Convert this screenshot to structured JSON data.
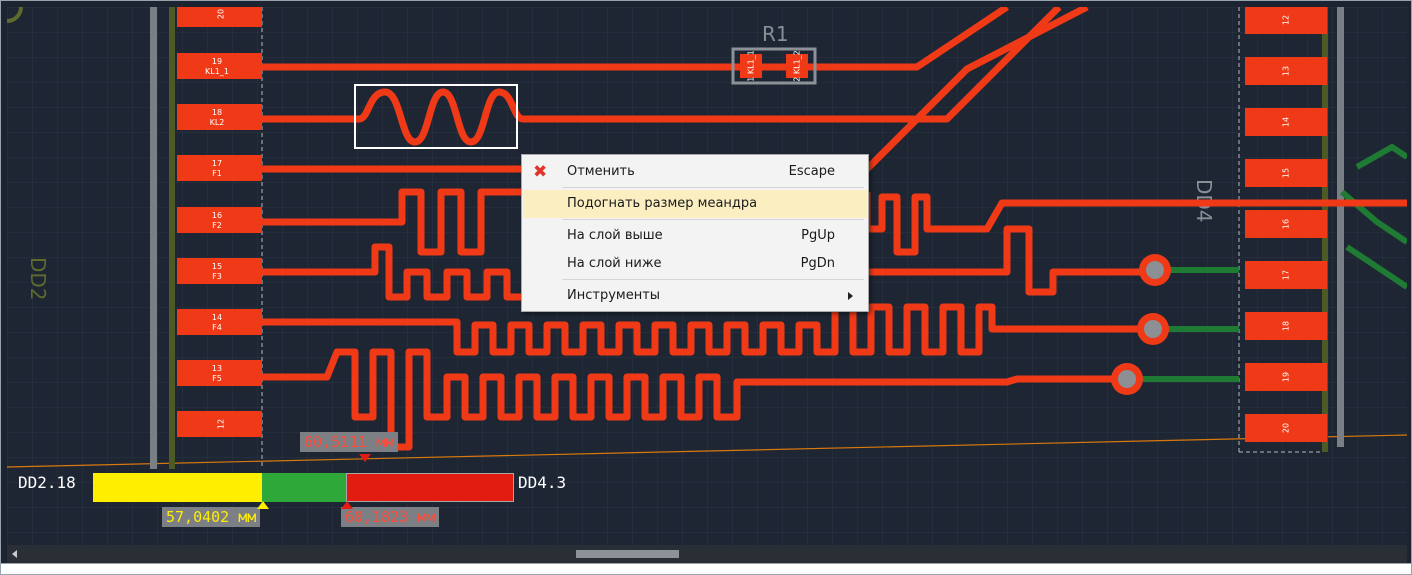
{
  "context_menu": {
    "items": [
      {
        "label": "Отменить",
        "shortcut": "Escape",
        "icon": "cancel-icon"
      },
      {
        "label": "Подогнать размер меандра",
        "shortcut": ""
      },
      {
        "label": "На слой выше",
        "shortcut": "PgUp"
      },
      {
        "label": "На слой ниже",
        "shortcut": "PgDn"
      },
      {
        "label": "Инструменты",
        "shortcut": "",
        "submenu": true
      }
    ]
  },
  "length_meter": {
    "start_net": "DD2.18",
    "end_net": "DD4.3",
    "current_length": "57,0402 мм",
    "target_length": "60,5111 мм",
    "max_length": "60,1823 мм",
    "colors": {
      "below": "#ffee00",
      "ok": "#2fa83a",
      "over": "#e31c12"
    }
  },
  "board": {
    "components": [
      {
        "refdes": "R1",
        "pads": [
          "1\nKL1_1",
          "2\nKL1_2"
        ]
      },
      {
        "refdes": "DD2"
      },
      {
        "refdes": "DD4"
      }
    ],
    "left_pads": [
      {
        "num": "20",
        "net": ""
      },
      {
        "num": "19",
        "net": "KL1_1"
      },
      {
        "num": "18",
        "net": "KL2"
      },
      {
        "num": "17",
        "net": "F1"
      },
      {
        "num": "16",
        "net": "F2"
      },
      {
        "num": "15",
        "net": "F3"
      },
      {
        "num": "14",
        "net": "F4"
      },
      {
        "num": "13",
        "net": "F5"
      },
      {
        "num": "12",
        "net": ""
      }
    ],
    "right_pads": [
      "12",
      "13",
      "14",
      "15",
      "16",
      "17",
      "18",
      "19",
      "20"
    ],
    "trace_color": "#f03a17",
    "background_color": "#1e2634",
    "grid_color": "#2c3545"
  }
}
